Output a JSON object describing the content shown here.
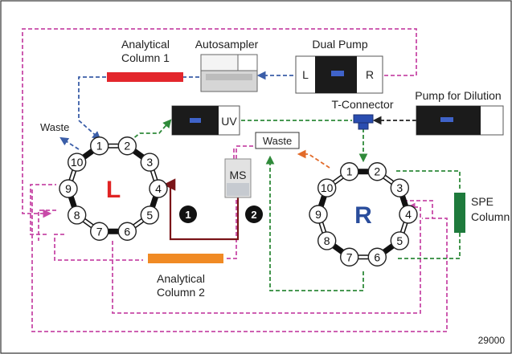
{
  "labels": {
    "analytical_column_1": [
      "Analytical",
      "Column 1"
    ],
    "autosampler": "Autosampler",
    "dual_pump": "Dual Pump",
    "pump_left": "L",
    "pump_right": "R",
    "pump_for_dilution": "Pump for Dilution",
    "t_connector": "T-Connector",
    "waste_left": "Waste",
    "waste_center": "Waste",
    "uv": "UV",
    "ms": "MS",
    "spe_column": [
      "SPE",
      "Column"
    ],
    "analytical_column_2": [
      "Analytical",
      "Column 2"
    ],
    "doc_number": "29000"
  },
  "valves": {
    "left": {
      "letter": "L",
      "ports": [
        "1",
        "2",
        "3",
        "4",
        "5",
        "6",
        "7",
        "8",
        "9",
        "10"
      ]
    },
    "right": {
      "letter": "R",
      "ports": [
        "1",
        "2",
        "3",
        "4",
        "5",
        "6",
        "7",
        "8",
        "9",
        "10"
      ]
    }
  },
  "markers": [
    "1",
    "2"
  ],
  "colors": {
    "magenta": "#c84aa8",
    "blue": "#3b5ea8",
    "green": "#2f8a3a",
    "orange_line": "#e26b2a",
    "dark_red": "#7a1418",
    "column1_red": "#e3262c",
    "column2_orange": "#f08a24",
    "spe_green": "#1e7a3c",
    "valve_l_red": "#e02424",
    "valve_r_blue": "#2a4d9c"
  }
}
